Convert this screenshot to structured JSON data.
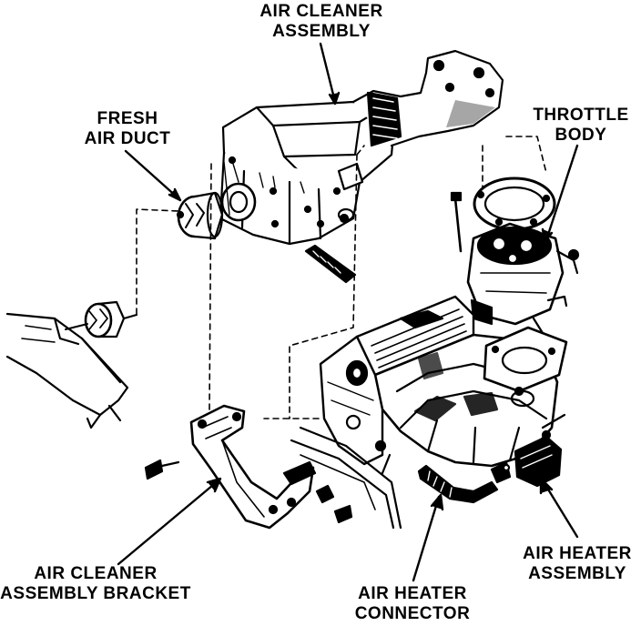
{
  "labels": {
    "air_cleaner_assembly": [
      "AIR CLEANER",
      "ASSEMBLY"
    ],
    "fresh_air_duct": [
      "FRESH",
      "AIR DUCT"
    ],
    "throttle_body": [
      "THROTTLE",
      "BODY"
    ],
    "air_cleaner_assembly_bracket": [
      "AIR CLEANER",
      "ASSEMBLY BRACKET"
    ],
    "air_heater_connector": [
      "AIR HEATER",
      "CONNECTOR"
    ],
    "air_heater_assembly": [
      "AIR HEATER",
      "ASSEMBLY"
    ]
  }
}
